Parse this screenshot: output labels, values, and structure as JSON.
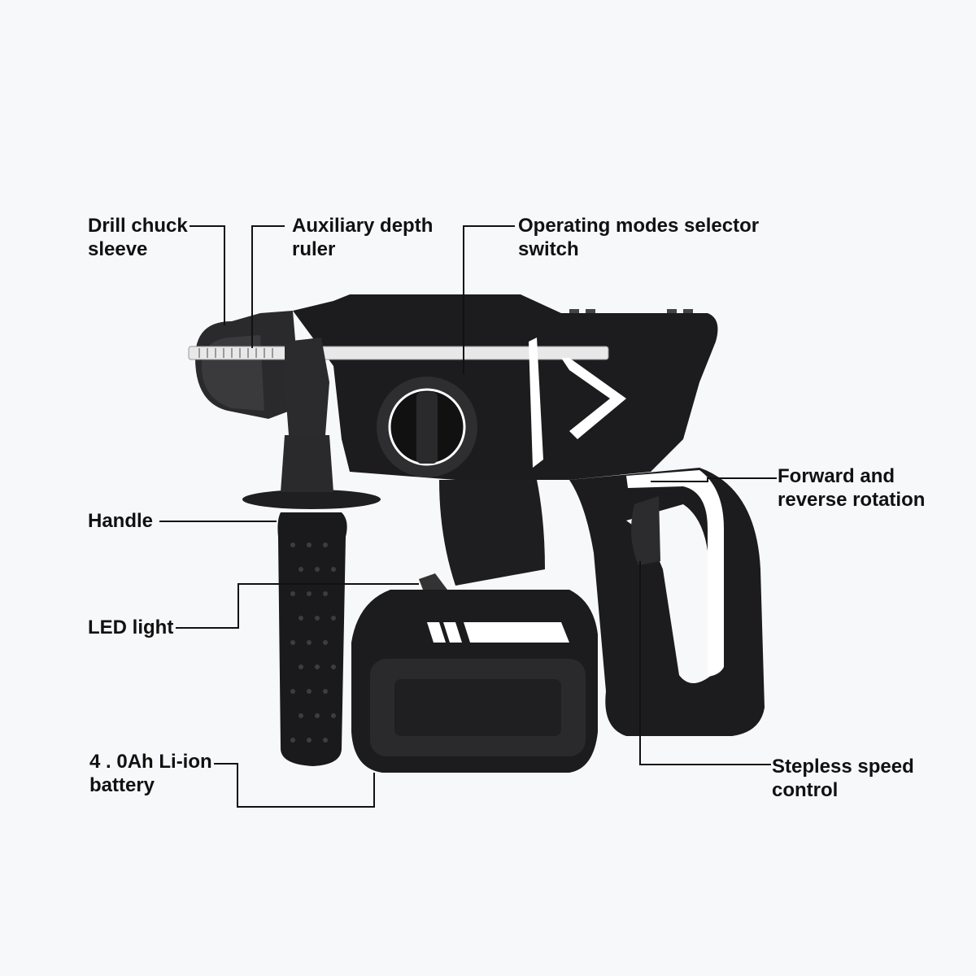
{
  "callouts": {
    "drill_chuck_sleeve": [
      "Drill chuck",
      "sleeve"
    ],
    "auxiliary_depth_ruler": [
      "Auxiliary depth",
      "ruler"
    ],
    "operating_modes_selector": [
      "Operating modes selector",
      "switch"
    ],
    "forward_reverse": [
      "Forward and",
      "reverse rotation"
    ],
    "handle": [
      "Handle"
    ],
    "led_light": [
      "LED light"
    ],
    "battery": [
      "4 . 0Ah Li-ion",
      "battery"
    ],
    "stepless_speed": [
      "Stepless speed",
      "control"
    ]
  },
  "colors": {
    "background": "#f7f8fa",
    "tool_body": "#1c1c1e",
    "tool_highlight": "#3a3a3d",
    "accent_white": "#ffffff",
    "leader_lines": "#111111"
  }
}
